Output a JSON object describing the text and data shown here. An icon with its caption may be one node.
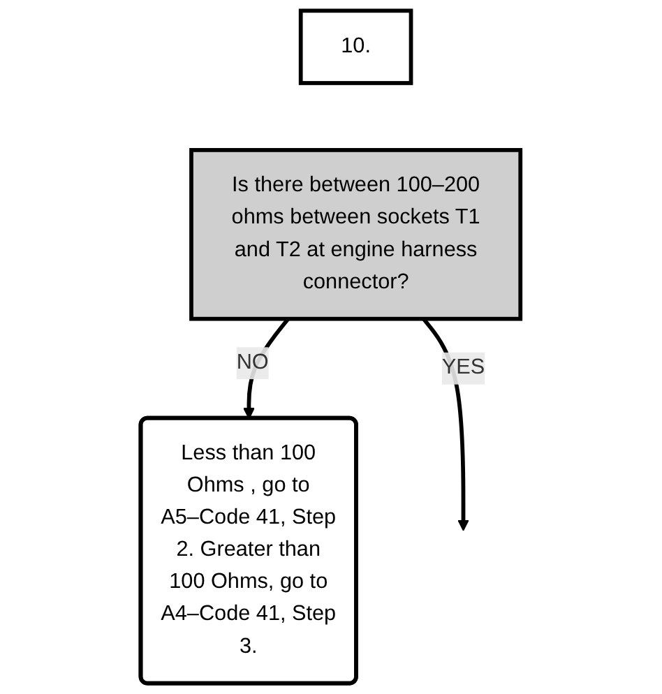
{
  "diagram": {
    "nodes": [
      {
        "text": [
          "10."
        ]
      },
      {
        "text": [
          "Is there between 100–200 ohms between sockets T1 and T2 at engine harness connector?"
        ]
      },
      {
        "text": [
          "Less than 100 Ohms , go to A5–Code 41, Step 2. Greater than 100 Ohms, go to A4–Code 41, Step 3."
        ]
      }
    ],
    "edges": [
      {
        "from": 1,
        "to": 2,
        "arrow": "to",
        "label": "NO"
      },
      {
        "from": 1,
        "to": null,
        "arrow": "to",
        "label": "YES"
      }
    ]
  }
}
